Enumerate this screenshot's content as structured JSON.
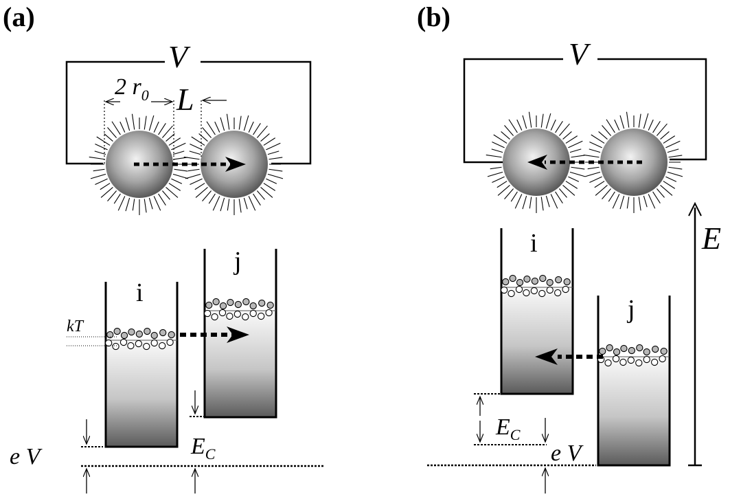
{
  "panels": {
    "a": {
      "panel_label": "(a)",
      "voltage_label": "V",
      "two_r0_label": "2 r",
      "two_r0_subscript": "0",
      "gap_label": "L",
      "well_i_label": "i",
      "well_j_label": "j",
      "kt_label": "kT",
      "ev_label": "e V",
      "ec_label": "E",
      "ec_subscript": "C"
    },
    "b": {
      "panel_label": "(b)",
      "voltage_label": "V",
      "energy_axis_label": "E",
      "well_i_label": "i",
      "well_j_label": "j",
      "ec_label": "E",
      "ec_subscript": "C",
      "ev_label": "e V"
    }
  },
  "colors": {
    "line": "#000000",
    "particle_center": "#f0f0f0",
    "particle_edge": "#555555",
    "well_top": "#f7f7f7",
    "well_bottom": "#585858",
    "filled_state": "#b8b8b8",
    "empty_state": "#ffffff"
  },
  "icons": {
    "tunneling_arrow": "dashed-arrow",
    "nanoparticle": "ligand-capped-sphere"
  }
}
